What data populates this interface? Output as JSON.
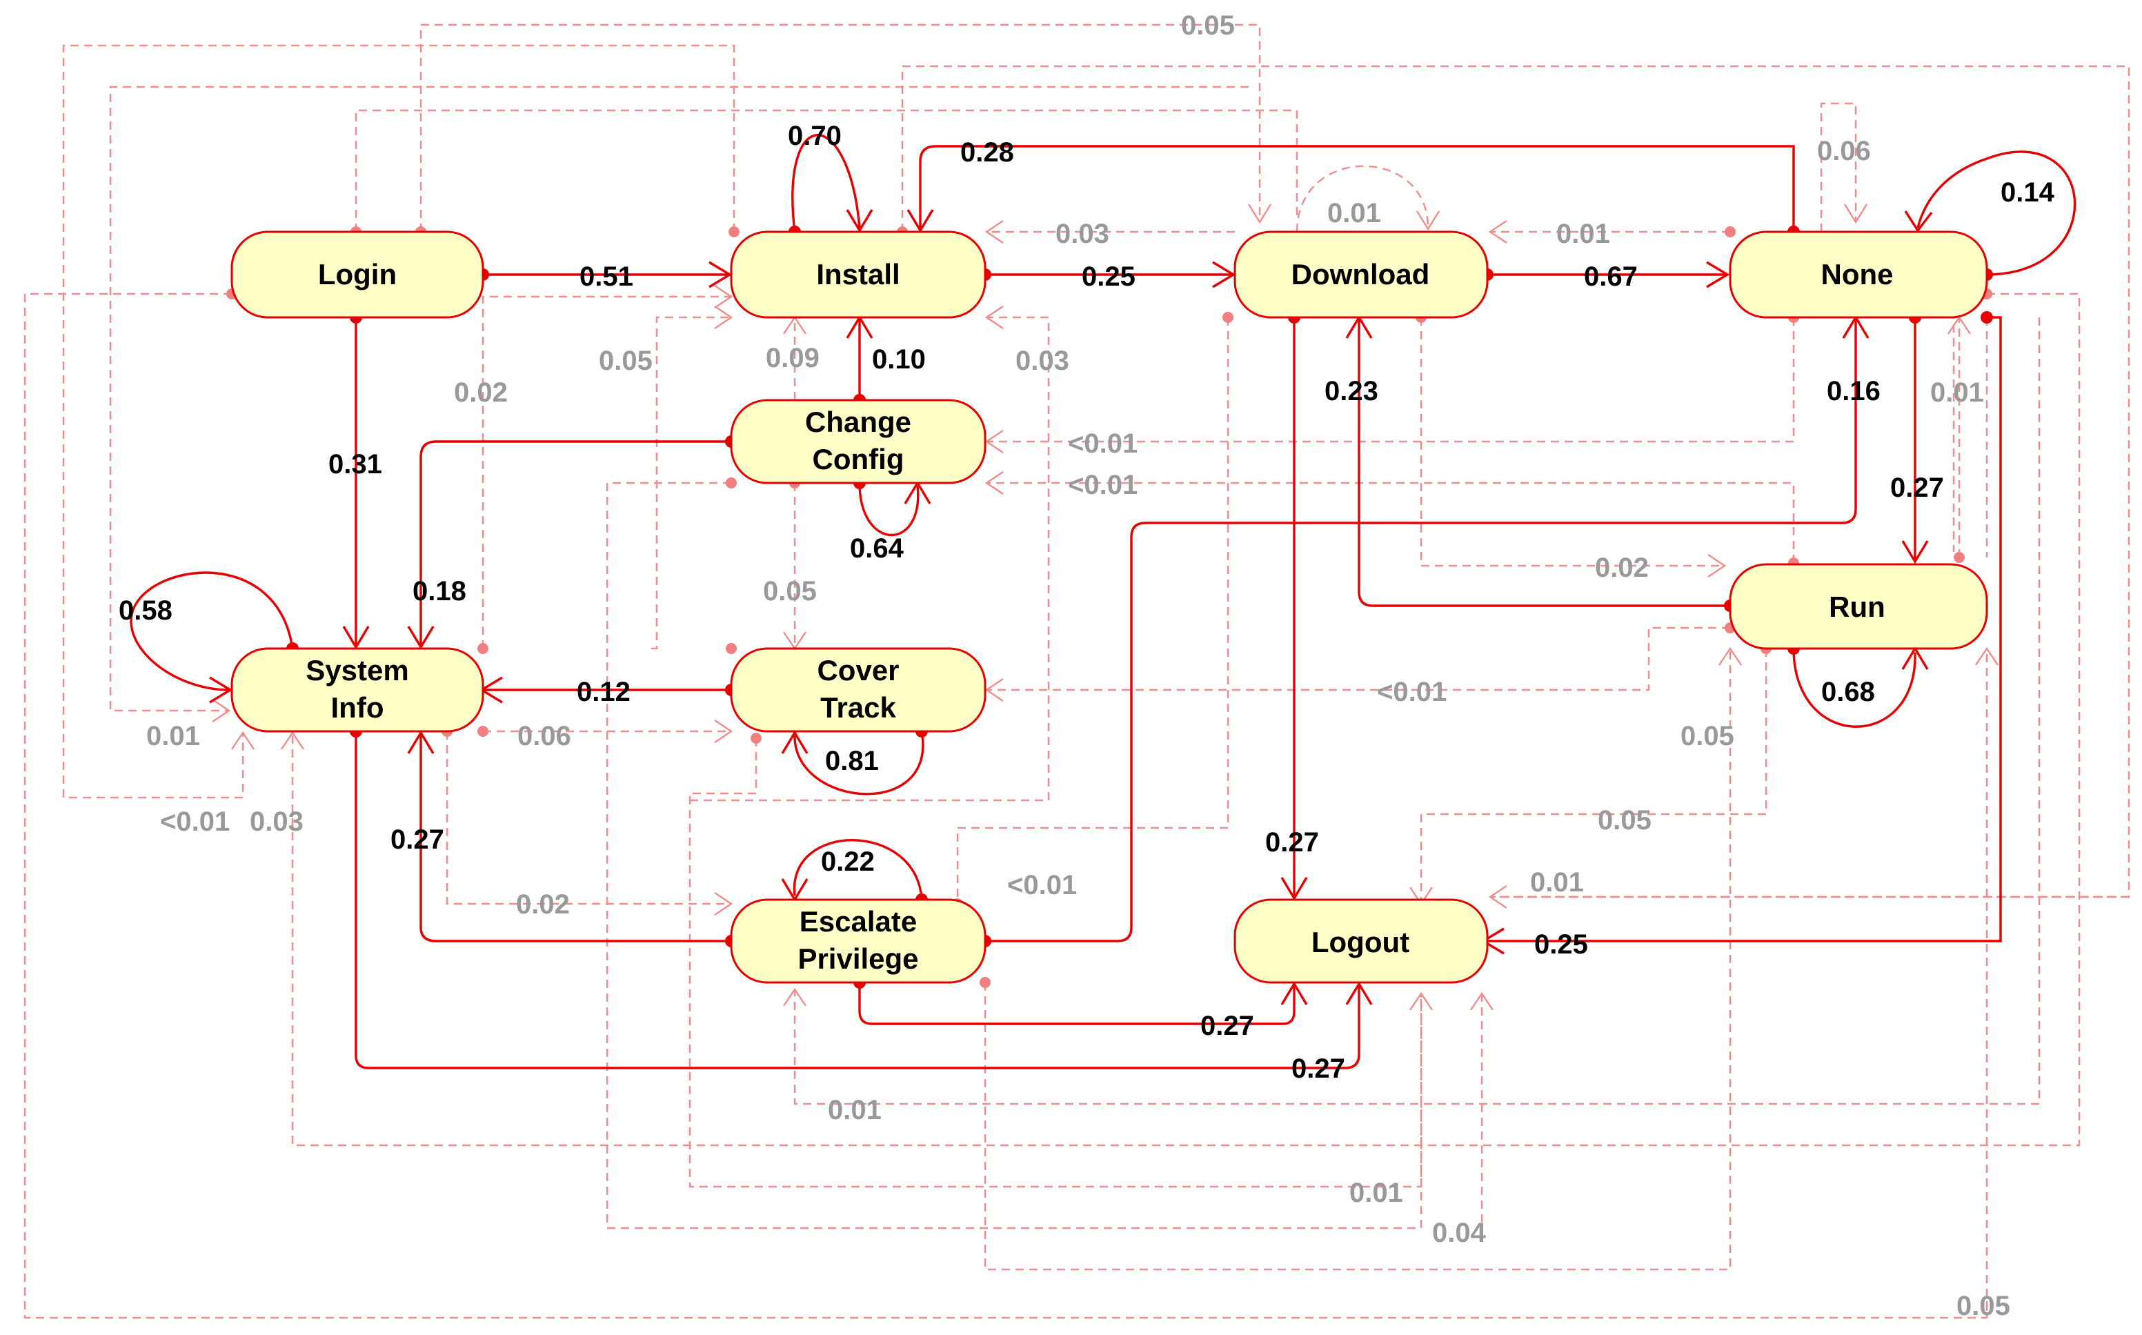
{
  "colors": {
    "node_fill": "#ffffc8",
    "node_stroke": "#e60000",
    "main_edge": "#e60000",
    "faint_edge": "#f28c8c",
    "faint_label": "#999999"
  },
  "nodes": [
    {
      "id": "login",
      "lines": [
        "Login"
      ]
    },
    {
      "id": "install",
      "lines": [
        "Install"
      ]
    },
    {
      "id": "download",
      "lines": [
        "Download"
      ]
    },
    {
      "id": "none",
      "lines": [
        "None"
      ]
    },
    {
      "id": "change_config",
      "lines": [
        "Change",
        "Config"
      ]
    },
    {
      "id": "system_info",
      "lines": [
        "System",
        "Info"
      ]
    },
    {
      "id": "cover_track",
      "lines": [
        "Cover",
        "Track"
      ]
    },
    {
      "id": "run",
      "lines": [
        "Run"
      ]
    },
    {
      "id": "escalate",
      "lines": [
        "Escalate",
        "Privilege"
      ]
    },
    {
      "id": "logout",
      "lines": [
        "Logout"
      ]
    }
  ],
  "edges_main": [
    {
      "id": "login-install",
      "from": "login",
      "to": "install",
      "label": "0.51"
    },
    {
      "id": "login-sysinfo",
      "from": "login",
      "to": "system_info",
      "label": "0.31"
    },
    {
      "id": "install-self",
      "from": "install",
      "to": "install",
      "label": "0.70"
    },
    {
      "id": "install-download",
      "from": "install",
      "to": "download",
      "label": "0.25"
    },
    {
      "id": "download-none",
      "from": "download",
      "to": "none",
      "label": "0.67"
    },
    {
      "id": "download-logout",
      "from": "download",
      "to": "logout",
      "label": "0.27"
    },
    {
      "id": "none-install",
      "from": "none",
      "to": "install",
      "label": "0.28"
    },
    {
      "id": "none-self",
      "from": "none",
      "to": "none",
      "label": "0.14"
    },
    {
      "id": "none-run",
      "from": "none",
      "to": "run",
      "label": "0.27"
    },
    {
      "id": "none-logout",
      "from": "none",
      "to": "logout",
      "label": "0.25"
    },
    {
      "id": "changecfg-install",
      "from": "change_config",
      "to": "install",
      "label": "0.10"
    },
    {
      "id": "changecfg-self",
      "from": "change_config",
      "to": "change_config",
      "label": "0.64"
    },
    {
      "id": "changecfg-sysinfo",
      "from": "change_config",
      "to": "system_info",
      "label": "0.18"
    },
    {
      "id": "sysinfo-self",
      "from": "system_info",
      "to": "system_info",
      "label": "0.58"
    },
    {
      "id": "sysinfo-logout",
      "from": "system_info",
      "to": "logout",
      "label": "0.27"
    },
    {
      "id": "covertrack-sysinfo",
      "from": "cover_track",
      "to": "system_info",
      "label": "0.12"
    },
    {
      "id": "covertrack-self",
      "from": "cover_track",
      "to": "cover_track",
      "label": "0.81"
    },
    {
      "id": "run-download",
      "from": "run",
      "to": "download",
      "label": "0.23"
    },
    {
      "id": "run-self",
      "from": "run",
      "to": "run",
      "label": "0.68"
    },
    {
      "id": "escalate-none",
      "from": "escalate",
      "to": "none",
      "label": "0.16"
    },
    {
      "id": "escalate-self",
      "from": "escalate",
      "to": "escalate",
      "label": "0.22"
    },
    {
      "id": "escalate-sysinfo",
      "from": "escalate",
      "to": "system_info",
      "label": "0.27"
    },
    {
      "id": "escalate-logout",
      "from": "escalate",
      "to": "logout",
      "label": "0.27"
    }
  ],
  "edges_faint": [
    {
      "id": "f-top-005",
      "label": "0.05"
    },
    {
      "id": "f-none-006",
      "label": "0.06"
    },
    {
      "id": "f-install-download-003",
      "label": "0.03"
    },
    {
      "id": "f-download-self-001",
      "label": "0.01"
    },
    {
      "id": "f-none-download-001",
      "label": "0.01"
    },
    {
      "id": "f-sysinfo-install-005",
      "label": "0.05"
    },
    {
      "id": "f-changecfg-install-009",
      "label": "0.09"
    },
    {
      "id": "f-escalate-install-003",
      "label": "0.03"
    },
    {
      "id": "f-login-sysinfo-002",
      "label": "0.02"
    },
    {
      "id": "f-none-run-001",
      "label": "0.01"
    },
    {
      "id": "f-none-changecfg-lt001",
      "label": "<0.01"
    },
    {
      "id": "f-run-changecfg-lt001",
      "label": "<0.01"
    },
    {
      "id": "f-download-run-002",
      "label": "0.02"
    },
    {
      "id": "f-changecfg-covertrack-005",
      "label": "0.05"
    },
    {
      "id": "f-run-covertrack-lt001",
      "label": "<0.01"
    },
    {
      "id": "f-download-sysinfo-001",
      "label": "0.01"
    },
    {
      "id": "f-sysinfo-covertrack-006",
      "label": "0.06"
    },
    {
      "id": "f-login-sysinfo-lt001",
      "label": "<0.01"
    },
    {
      "id": "f-none-sysinfo-003",
      "label": "0.03"
    },
    {
      "id": "f-logout-run-005",
      "label": "0.05"
    },
    {
      "id": "f-run-logout-005",
      "label": "0.05"
    },
    {
      "id": "f-sysinfo-escalate-002",
      "label": "0.02"
    },
    {
      "id": "f-download-escalate-lt001",
      "label": "<0.01"
    },
    {
      "id": "f-none-logout-001",
      "label": "0.01"
    },
    {
      "id": "f-none-escalate-001",
      "label": "0.01"
    },
    {
      "id": "f-download-covertrack-001",
      "label": "0.01"
    },
    {
      "id": "f-changecfg-logout-004",
      "label": "0.04"
    },
    {
      "id": "f-login-run-005",
      "label": "0.05"
    }
  ]
}
